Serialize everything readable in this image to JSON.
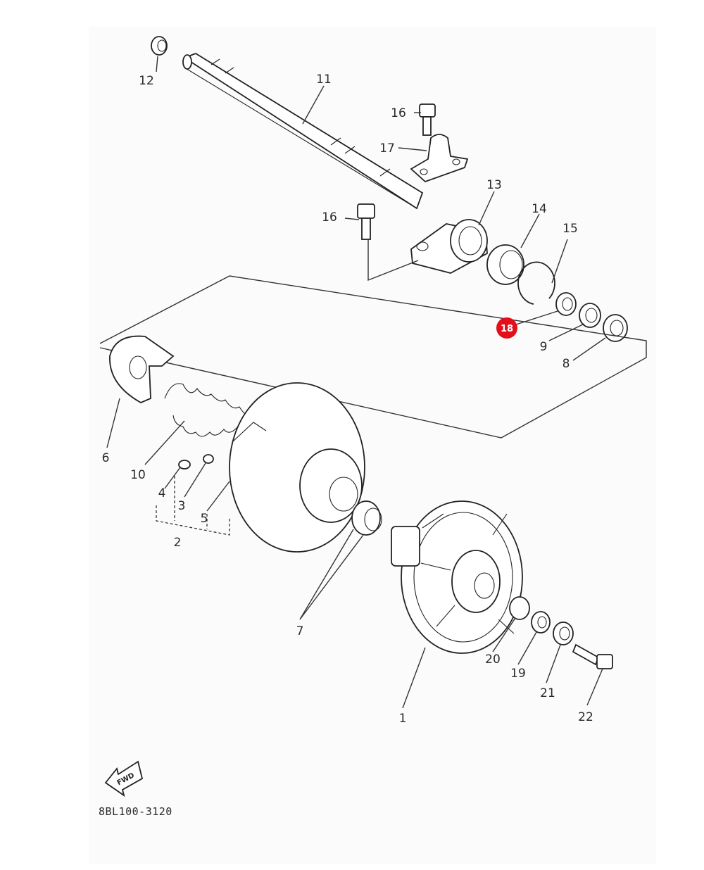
{
  "diagram": {
    "callouts": [
      {
        "id": "1",
        "label": "1"
      },
      {
        "id": "2",
        "label": "2"
      },
      {
        "id": "3",
        "label": "3"
      },
      {
        "id": "4",
        "label": "4"
      },
      {
        "id": "5",
        "label": "5"
      },
      {
        "id": "6",
        "label": "6"
      },
      {
        "id": "7",
        "label": "7"
      },
      {
        "id": "8",
        "label": "8"
      },
      {
        "id": "9",
        "label": "9"
      },
      {
        "id": "10",
        "label": "10"
      },
      {
        "id": "11",
        "label": "11"
      },
      {
        "id": "12",
        "label": "12"
      },
      {
        "id": "13",
        "label": "13"
      },
      {
        "id": "14",
        "label": "14"
      },
      {
        "id": "15",
        "label": "15"
      },
      {
        "id": "16a",
        "label": "16"
      },
      {
        "id": "16b",
        "label": "16"
      },
      {
        "id": "17",
        "label": "17"
      },
      {
        "id": "19",
        "label": "19"
      },
      {
        "id": "20",
        "label": "20"
      },
      {
        "id": "21",
        "label": "21"
      },
      {
        "id": "22",
        "label": "22"
      }
    ],
    "highlight": {
      "label": "18",
      "color": "#e3101b"
    },
    "fwd_label": "FWD",
    "drawing_code": "8BL100-3120"
  }
}
